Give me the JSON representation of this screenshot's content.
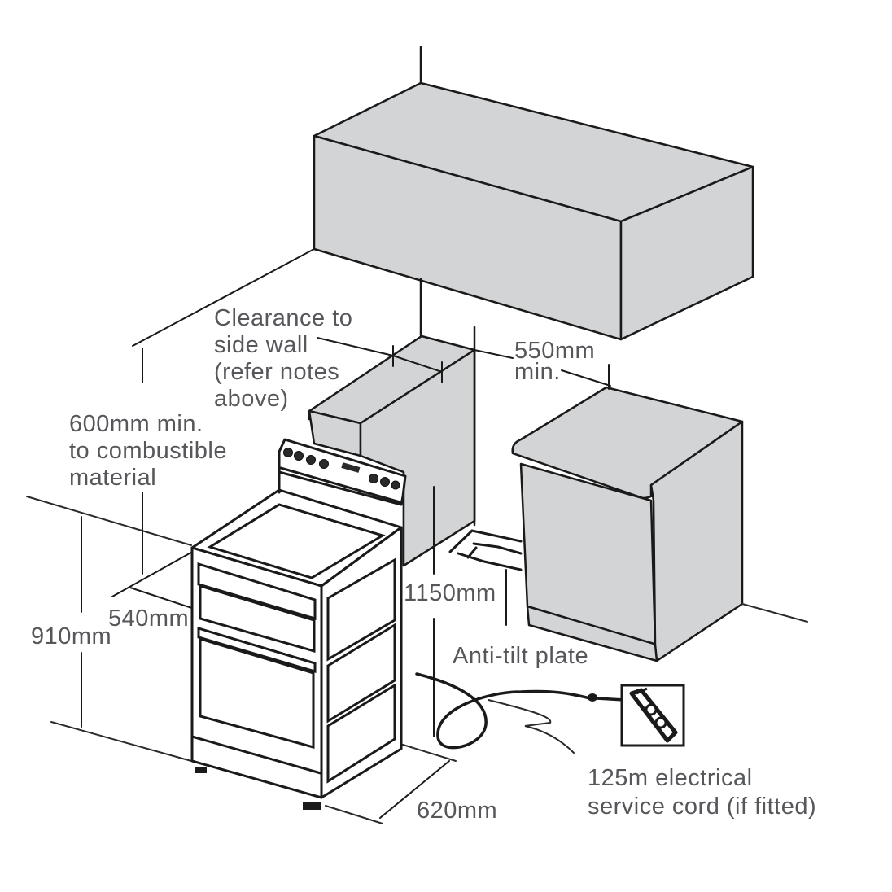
{
  "diagram": {
    "title": "Freestanding cooker installation clearances",
    "labels": {
      "clearance_side_wall": [
        "Clearance to",
        "side wall",
        "(refer notes",
        "above)"
      ],
      "overhead_clearance": [
        "600mm min.",
        "to combustible",
        "material"
      ],
      "gap_between_cabinets": [
        "550mm",
        "min."
      ],
      "cooker_width": "540mm",
      "cooker_height": "910mm",
      "overall_height": "1150mm",
      "anti_tilt_plate": "Anti-tilt plate",
      "cooker_depth": "620mm",
      "service_cord": [
        "125m electrical",
        "service cord (if fitted)"
      ]
    },
    "components": [
      {
        "name": "overhead-cabinet",
        "fill": "#d2d4d5"
      },
      {
        "name": "left-bench-cabinet",
        "fill": "#d2d4d5"
      },
      {
        "name": "right-bench-cabinet",
        "fill": "#d2d4d5"
      },
      {
        "name": "freestanding-cooker",
        "fill": "#ffffff"
      },
      {
        "name": "anti-tilt-plate"
      },
      {
        "name": "power-plug-icon"
      }
    ],
    "colors": {
      "cabinet": "#d2d4d5",
      "outline": "#1a1a1a",
      "label_text": "#55575a"
    }
  }
}
